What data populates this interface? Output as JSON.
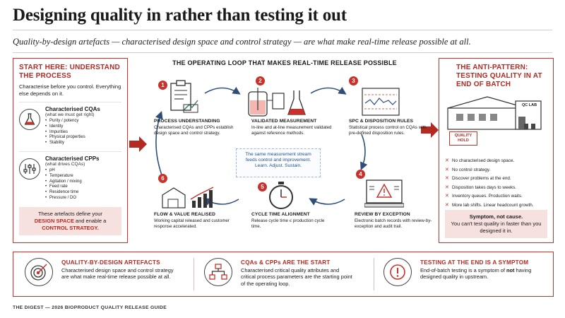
{
  "title": "Designing quality in rather than testing it out",
  "subtitle": "Quality-by-design artefacts — characterised design space and control strategy — are what make real-time release possible at all.",
  "left": {
    "heading": "START HERE: UNDERSTAND THE PROCESS",
    "intro": "Characterise before you control. Everything else depends on it.",
    "cqas": {
      "title": "Characterised CQAs",
      "subtitle": "(what we must get right)",
      "items": [
        "Purity / potency",
        "Identity",
        "Impurities",
        "Physical properties",
        "Stability"
      ]
    },
    "cpps": {
      "title": "Characterised CPPs",
      "subtitle": "(what drives CQAs)",
      "items": [
        "pH",
        "Temperature",
        "Agitation / mixing",
        "Feed rate",
        "Residence time",
        "Pressure / DO"
      ]
    },
    "define": {
      "pre": "These artefacts define your",
      "design_space": "DESIGN SPACE",
      "mid": "and enable a",
      "control_strategy": "CONTROL STRATEGY."
    }
  },
  "loop": {
    "title": "THE OPERATING LOOP THAT MAKES REAL-TIME RELEASE POSSIBLE",
    "steps": [
      {
        "num": "1",
        "title": "PROCESS UNDERSTANDING",
        "text": "Characterised CQAs and CPPs establish design space and control strategy."
      },
      {
        "num": "2",
        "title": "VALIDATED MEASUREMENT",
        "text": "In-line and at-line measurement validated against reference methods."
      },
      {
        "num": "3",
        "title": "SPC & DISPOSITION RULES",
        "text": "Statistical process control on CQAs with pre-defined disposition rules."
      },
      {
        "num": "4",
        "title": "REVIEW BY EXCEPTION",
        "text": "Electronic batch records with review-by-exception and audit trail."
      },
      {
        "num": "5",
        "title": "CYCLE TIME ALIGNMENT",
        "text": "Release cycle time ≤ production cycle time."
      },
      {
        "num": "6",
        "title": "FLOW & VALUE REALISED",
        "text": "Working capital released and customer response accelerated."
      }
    ],
    "center": "The same measurement stream feeds control and improvement. Learn. Adjust. Sustain."
  },
  "right": {
    "heading": "THE ANTI-PATTERN: TESTING QUALITY IN AT END OF BATCH",
    "qc_lab": "QC LAB",
    "quality_hold": "QUALITY HOLD",
    "items": [
      "No characterised design space.",
      "No control strategy.",
      "Discover problems at the end.",
      "Disposition takes days to weeks.",
      "Inventory queues. Production waits.",
      "More lab shifts. Linear headcount growth."
    ],
    "symptom_title": "Symptom, not cause.",
    "symptom_text": "You can't test quality in faster than you designed it in."
  },
  "bottom": [
    {
      "title": "QUALITY-BY-DESIGN ARTEFACTS",
      "text": "Characterised design space and control strategy are what make real-time release possible at all."
    },
    {
      "title": "CQAs & CPPs ARE THE START",
      "text": "Characterised critical quality attributes and critical process parameters are the starting point of the operating loop."
    },
    {
      "title": "TESTING AT THE END IS A SYMPTOM",
      "text_pre": "End-of-batch testing is a symptom of",
      "text_bold": "not",
      "text_post": "having designed quality in upstream."
    }
  ],
  "footer": "THE DIGEST — 2026 BIOPRODUCT QUALITY RELEASE GUIDE",
  "colors": {
    "accent": "#c8322b",
    "tint": "#f7e1df",
    "loop_arrow": "#2f4f7a",
    "center_text": "#24508c"
  }
}
